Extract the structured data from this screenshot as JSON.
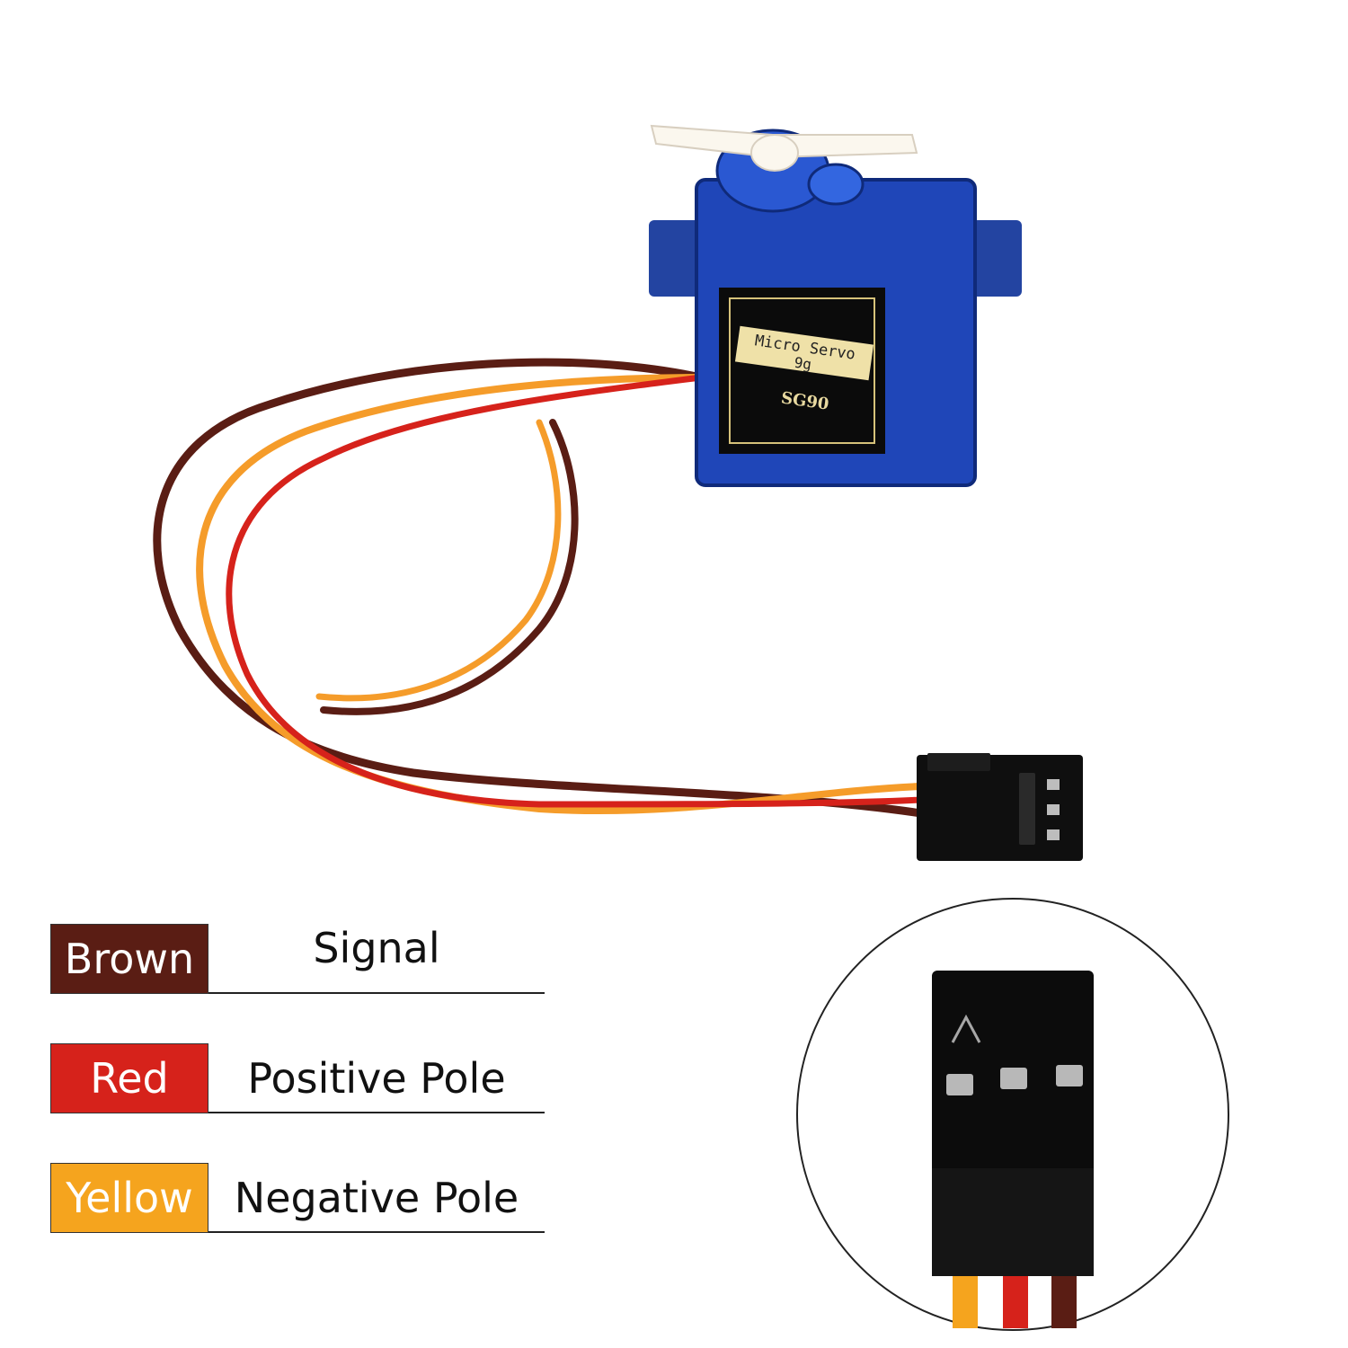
{
  "servo": {
    "label_line1": "Micro Servo",
    "label_line2": "9g",
    "model": "SG90"
  },
  "colors": {
    "brown": "#5a1d14",
    "red": "#d6221b",
    "yellow": "#f5a41e",
    "servo_blue": "#1f3fa8"
  },
  "legend": [
    {
      "color_name": "Brown",
      "meaning": "Signal"
    },
    {
      "color_name": "Red",
      "meaning": "Positive Pole"
    },
    {
      "color_name": "Yellow",
      "meaning": "Negative Pole"
    }
  ]
}
